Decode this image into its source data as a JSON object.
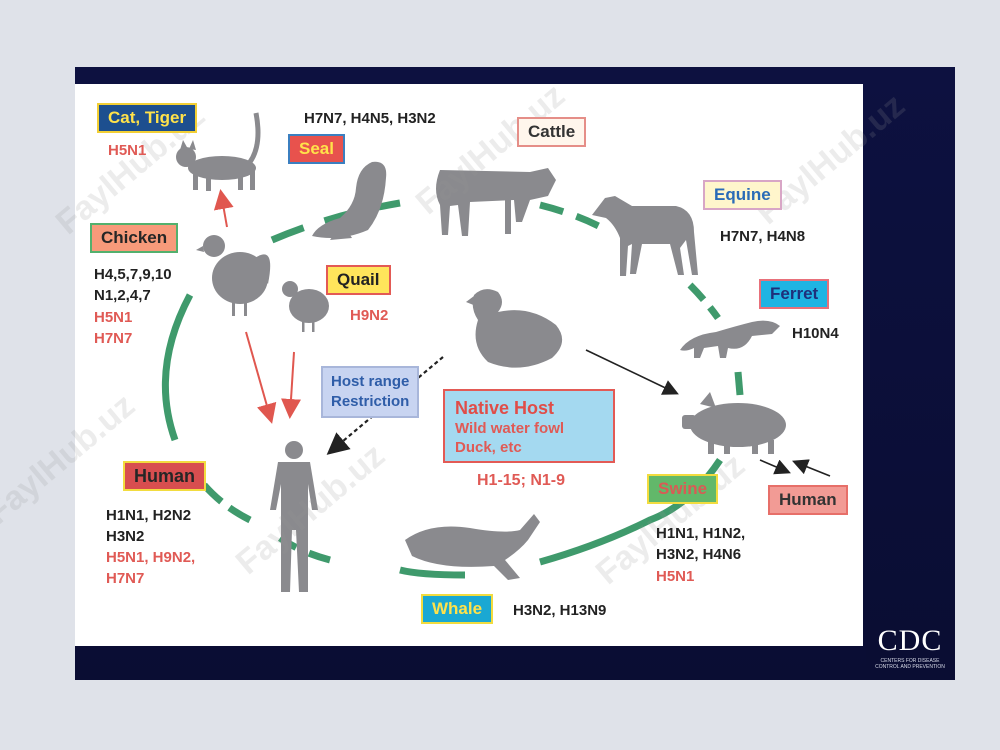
{
  "labels": {
    "cat_tiger": "Cat, Tiger",
    "seal": "Seal",
    "cattle": "Cattle",
    "equine": "Equine",
    "ferret": "Ferret",
    "chicken": "Chicken",
    "quail": "Quail",
    "human_left": "Human",
    "swine": "Swine",
    "human_right": "Human",
    "whale": "Whale",
    "host_range": "Host range\nRestriction",
    "native_host_title": "Native Host",
    "native_host_sub": "Wild water fowl\nDuck, etc"
  },
  "subtypes": {
    "cat_tiger": "H5N1",
    "seal_top": "H7N7, H4N5, H3N2",
    "equine": "H7N7, H4N8",
    "ferret": "H10N4",
    "chicken_black": "H4,5,7,9,10\nN1,2,4,7",
    "chicken_red": "H5N1\nH7N7",
    "quail": "H9N2",
    "native_host": "H1-15; N1-9",
    "human_black": "H1N1, H2N2\nH3N2",
    "human_red": "H5N1, H9N2,\nH7N7",
    "swine_black": "H1N1, H1N2,\nH3N2, H4N6",
    "swine_red": "H5N1",
    "whale": "H3N2, H13N9"
  },
  "logo": {
    "name": "CDC",
    "sub": "CENTERS FOR DISEASE CONTROL AND PREVENTION"
  },
  "watermark": "FaylHub.uz",
  "colors": {
    "ring": "#3f9a6c",
    "arrow_red": "#e0574f",
    "silhouette": "#8a8a8e",
    "slide_bg": "#0a0d33"
  }
}
